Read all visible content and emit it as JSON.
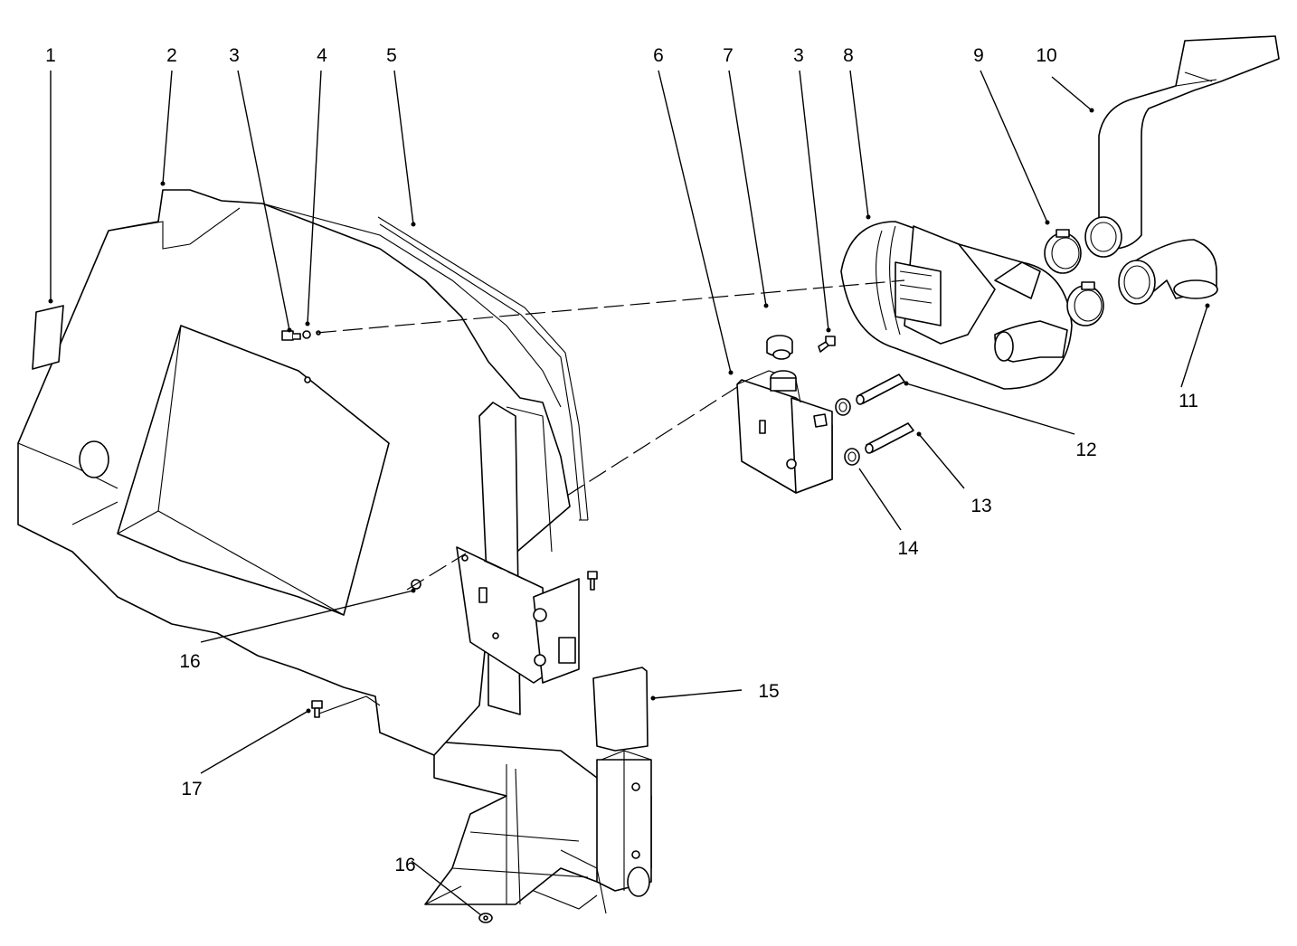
{
  "callouts": [
    {
      "id": "c1",
      "text": "1"
    },
    {
      "id": "c2",
      "text": "2"
    },
    {
      "id": "c3a",
      "text": "3"
    },
    {
      "id": "c4",
      "text": "4"
    },
    {
      "id": "c5",
      "text": "5"
    },
    {
      "id": "c6",
      "text": "6"
    },
    {
      "id": "c7",
      "text": "7"
    },
    {
      "id": "c3b",
      "text": "3"
    },
    {
      "id": "c8",
      "text": "8"
    },
    {
      "id": "c9",
      "text": "9"
    },
    {
      "id": "c10",
      "text": "10"
    },
    {
      "id": "c11",
      "text": "11"
    },
    {
      "id": "c12",
      "text": "12"
    },
    {
      "id": "c13",
      "text": "13"
    },
    {
      "id": "c14",
      "text": "14"
    },
    {
      "id": "c15",
      "text": "15"
    },
    {
      "id": "c16a",
      "text": "16"
    },
    {
      "id": "c16b",
      "text": "16"
    },
    {
      "id": "c17",
      "text": "17"
    }
  ]
}
